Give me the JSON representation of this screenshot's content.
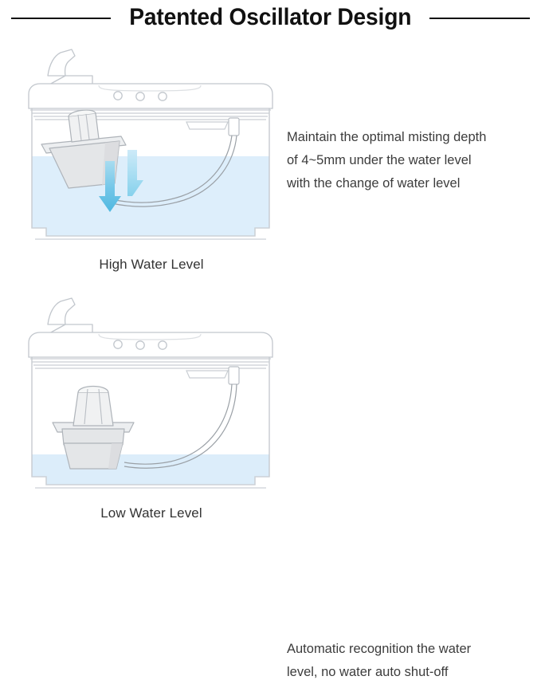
{
  "header": {
    "title": "Patented Oscillator Design",
    "rule_color": "#111111"
  },
  "sections": [
    {
      "id": "high-water",
      "caption": "High Water Level",
      "description_lines": [
        "Maintain the optimal misting depth",
        "of 4~5mm under the water level",
        "with the change of water level"
      ],
      "water_state": "high",
      "water_level_label": "High",
      "float_position": "floating-tilted",
      "arrows_visible": true,
      "arrow_count": 2,
      "arrow_direction": "down",
      "arrow_labels": [
        "water-flow-arrow-dark",
        "water-flow-arrow-light"
      ]
    },
    {
      "id": "low-water",
      "caption": "Low Water Level",
      "description_lines": [
        "Automatic recognition the water",
        "level, no water auto shut-off"
      ],
      "water_state": "low",
      "water_level_label": "Low",
      "float_position": "resting-upright",
      "arrows_visible": false,
      "arrow_count": 0,
      "arrow_direction": "",
      "arrow_labels": []
    }
  ],
  "device": {
    "name": "humidifier-tank",
    "parts": [
      "mist-spout",
      "top-lid",
      "control-holes",
      "tank-body",
      "water-fill",
      "oscillator-float",
      "supply-tube",
      "tube-connector",
      "base"
    ],
    "control_hole_count": 3
  },
  "colors": {
    "water_fill": "#ddeefb",
    "water_fill_low": "#dcedfa",
    "outline": "#b9bec4",
    "outline_dark": "#8e949b",
    "float_body": "#e9eaeb",
    "float_shade": "#dcdee0",
    "arrow_dark_top": "#8fd0ea",
    "arrow_dark_bottom": "#4fb8e0",
    "arrow_light_top": "#b8e3f4",
    "arrow_light_bottom": "#7fcdea",
    "text": "#3c3c3c",
    "title": "#111111",
    "background": "#ffffff"
  }
}
